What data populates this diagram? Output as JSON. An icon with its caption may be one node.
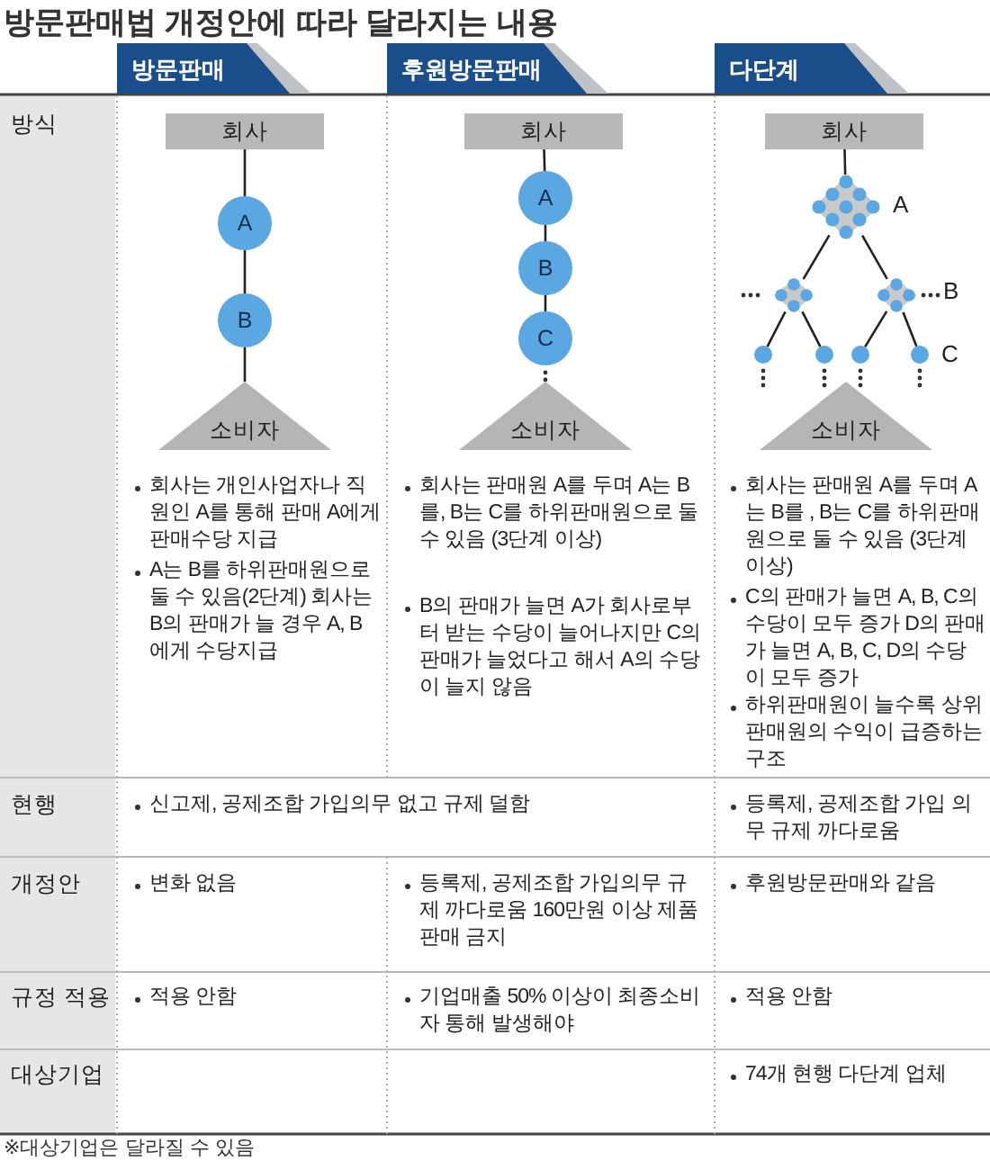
{
  "diagram": {
    "title": "방문판매법 개정안에 따라 달라지는 내용",
    "nodes": [
      {
        "text": [
          "회사"
        ]
      },
      {
        "text": [
          "A"
        ]
      },
      {
        "text": [
          "B"
        ]
      },
      {
        "text": [
          "소비자"
        ]
      },
      {
        "text": [
          "회사"
        ]
      },
      {
        "text": [
          "A"
        ]
      },
      {
        "text": [
          "B"
        ]
      },
      {
        "text": [
          "C"
        ]
      },
      {
        "text": [
          "소비자"
        ]
      },
      {
        "text": [
          "회사"
        ]
      },
      {
        "text": [],
        "shape": "diamond",
        "beside": [
          "A"
        ]
      },
      {
        "text": [],
        "shape": "diamond"
      },
      {
        "text": [],
        "shape": "diamond",
        "beside": [
          "B"
        ]
      },
      {
        "text": [],
        "shape": "circle"
      },
      {
        "text": [],
        "shape": "circle"
      },
      {
        "text": [],
        "shape": "circle"
      },
      {
        "text": [],
        "shape": "circle",
        "beside": [
          "C"
        ]
      },
      {
        "text": [
          "소비자"
        ]
      }
    ],
    "edges": [
      {
        "from": 0,
        "to": 1,
        "arrow": "none"
      },
      {
        "from": 1,
        "to": 2,
        "arrow": "none"
      },
      {
        "from": 2,
        "to": 3,
        "arrow": "none"
      },
      {
        "from": 4,
        "to": 5,
        "arrow": "none"
      },
      {
        "from": 5,
        "to": 6,
        "arrow": "none"
      },
      {
        "from": 6,
        "to": 7,
        "arrow": "none"
      },
      {
        "from": 9,
        "to": 10,
        "arrow": "none"
      },
      {
        "from": 10,
        "to": 11,
        "arrow": "none"
      },
      {
        "from": 10,
        "to": 12,
        "arrow": "none"
      },
      {
        "from": 11,
        "to": 13,
        "arrow": "none"
      },
      {
        "from": 11,
        "to": 14,
        "arrow": "none"
      },
      {
        "from": 12,
        "to": 15,
        "arrow": "none"
      },
      {
        "from": 12,
        "to": 16,
        "arrow": "none"
      }
    ],
    "labels": [
      "방문판매",
      "후원방문판매",
      "다단계",
      "방식",
      "회사는 개인사업자나 직원인 A를 통해 판매 A에게 판매수당 지급",
      "A는 B를 하위판매원으로 둘 수 있음(2단계) 회사는 B의 판매가 늘 경우 A, B에게 수당지급",
      "회사는 판매원 A를 두며 A는 B를, B는 C를 하위판매원으로 둘 수 있음 (3단계 이상)",
      "B의 판매가 늘면 A가 회사로부터 받는 수당이 늘어나지만 C의 판매가 늘었다고 해서 A의 수당이 늘지 않음",
      "회사는 판매원 A를 두며 A는 B를 , B는 C를 하위판매원으로 둘 수 있음 (3단계 이상)",
      "C의 판매가 늘면 A, B, C의 수당이 모두 증가 D의 판매가 늘면 A, B, C, D의 수당이 모두 증가",
      "하위판매원이 늘수록 상위판매원의 수익이 급증하는 구조",
      "현행",
      "신고제, 공제조합 가입의무 없고 규제 덜함",
      "등록제, 공제조합 가입 의무 규제 까다로움",
      "개정안",
      "변화 없음",
      "등록제, 공제조합 가입의무 규제 까다로움 160만원 이상 제품 판매 금지",
      "후원방문판매와 같음",
      "규정 적용",
      "적용 안함",
      "기업매출 50% 이상이 최종소비자 통해 발생해야",
      "적용 안함",
      "대상기업",
      "74개 현행 다단계 업체"
    ],
    "caption": "※대상기업은 달라질 수 있음"
  }
}
